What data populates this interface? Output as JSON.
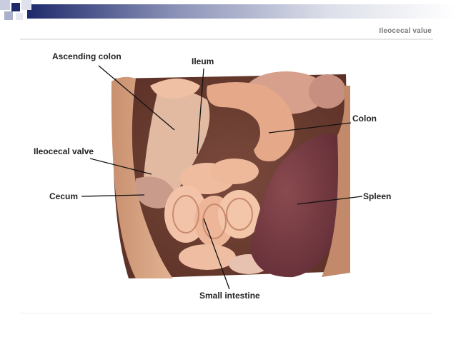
{
  "slide": {
    "title": "Ileocecal value"
  },
  "labels": {
    "ascending_colon": "Ascending colon",
    "ileum": "Ileum",
    "colon": "Colon",
    "ileocecal_valve": "Ileocecal valve",
    "cecum": "Cecum",
    "spleen": "Spleen",
    "small_intestine": "Small intestine"
  },
  "colors": {
    "accent_square": "#1f2a6b",
    "label_text": "#222222",
    "leader_line": "#111111",
    "title_text": "#7a7a7a"
  }
}
